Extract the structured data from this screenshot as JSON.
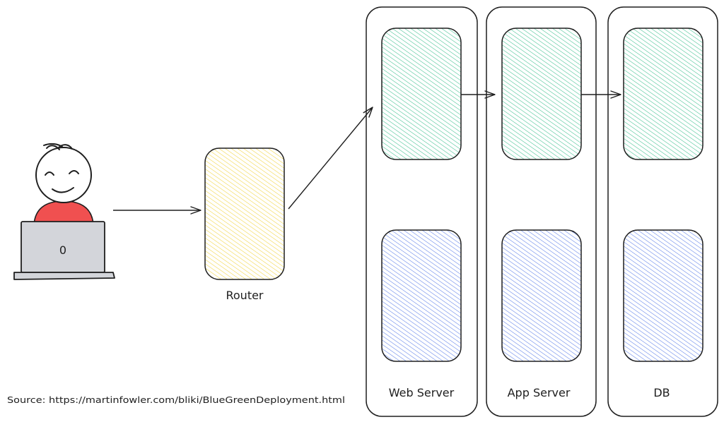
{
  "source_text": "Source: https://martinfowler.com/bliki/BlueGreenDeployment.html",
  "nodes": {
    "router": {
      "label": "Router",
      "fill": "#f5d547"
    },
    "web_server": {
      "label": "Web Server"
    },
    "app_server": {
      "label": "App Server"
    },
    "db": {
      "label": "DB"
    }
  },
  "colors": {
    "green_env": "#3dbf8f",
    "blue_env": "#5b7de8",
    "router": "#f2d33c",
    "user_shirt": "#f05050",
    "laptop": "#d3d5da",
    "stroke": "#1e1e1e"
  },
  "user": {
    "laptop_logo": "0"
  }
}
